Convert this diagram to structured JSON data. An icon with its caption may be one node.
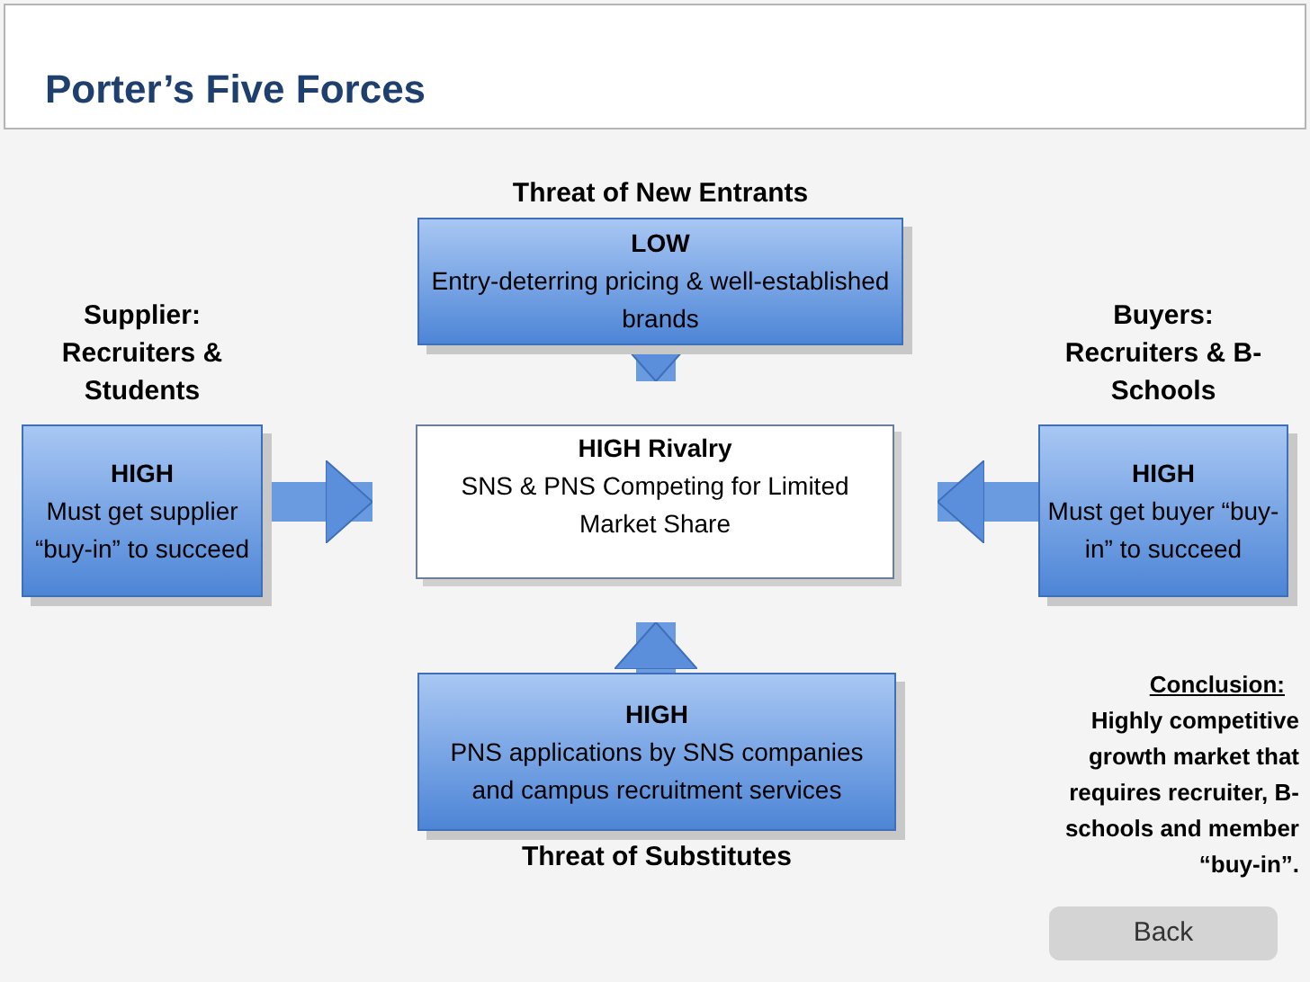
{
  "diagram": {
    "title": "Porter’s Five Forces",
    "nodes": [
      {
        "text": [
          "LOW",
          "Entry-deterring pricing & well-established brands"
        ],
        "beside": [
          "Threat of New Entrants"
        ]
      },
      {
        "text": [
          "HIGH",
          "Must get supplier “buy-in” to succeed"
        ],
        "beside": [
          "Supplier: Recruiters & Students"
        ]
      },
      {
        "text": [
          "HIGH Rivalry",
          "SNS & PNS Competing for Limited Market Share"
        ]
      },
      {
        "text": [
          "HIGH",
          "Must get buyer “buy-in” to succeed"
        ],
        "beside": [
          "Buyers: Recruiters & B-Schools"
        ]
      },
      {
        "text": [
          "HIGH",
          "PNS applications by SNS companies and campus recruitment services"
        ],
        "beside": [
          "Threat of Substitutes"
        ]
      }
    ],
    "edges": [
      {
        "from": 0,
        "to": 2,
        "arrow": "to"
      },
      {
        "from": 1,
        "to": 2,
        "arrow": "to"
      },
      {
        "from": 3,
        "to": 2,
        "arrow": "to"
      },
      {
        "from": 4,
        "to": 2,
        "arrow": "to"
      }
    ],
    "labels": [
      "Conclusion:",
      "Highly competitive growth market that requires recruiter, B-schools and member “buy-in”.",
      "Back"
    ]
  }
}
